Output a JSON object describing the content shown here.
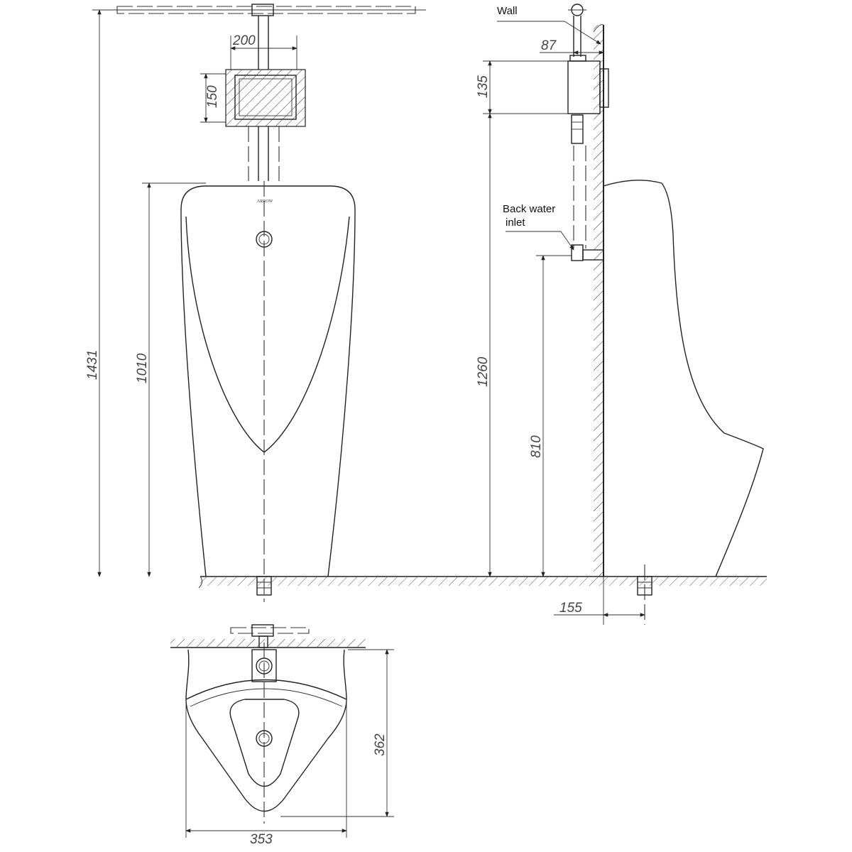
{
  "drawing": {
    "brand_logo": "ARROW",
    "labels": {
      "wall": "Wall",
      "back_water_inlet_line1": "Back water",
      "back_water_inlet_line2": "inlet"
    },
    "dimensions": {
      "overall_height": "1431",
      "urinal_height": "1010",
      "valve_width": "200",
      "valve_height": "150",
      "wall_offset": "87",
      "valve_side_height": "135",
      "valve_mount_height": "1260",
      "inlet_height": "810",
      "drain_offset": "155",
      "depth": "362",
      "width": "353"
    }
  }
}
